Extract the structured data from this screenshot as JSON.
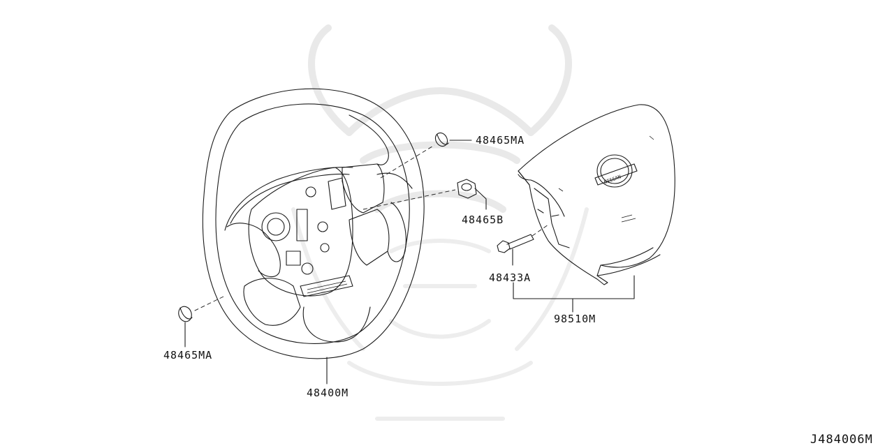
{
  "diagram_code": "J484006M",
  "parts": {
    "clip_upper": "48465MA",
    "clip_lower": "48465MA",
    "nut": "48465B",
    "bolt": "48433A",
    "airbag_module": "98510M",
    "steering_wheel": "48400M"
  }
}
